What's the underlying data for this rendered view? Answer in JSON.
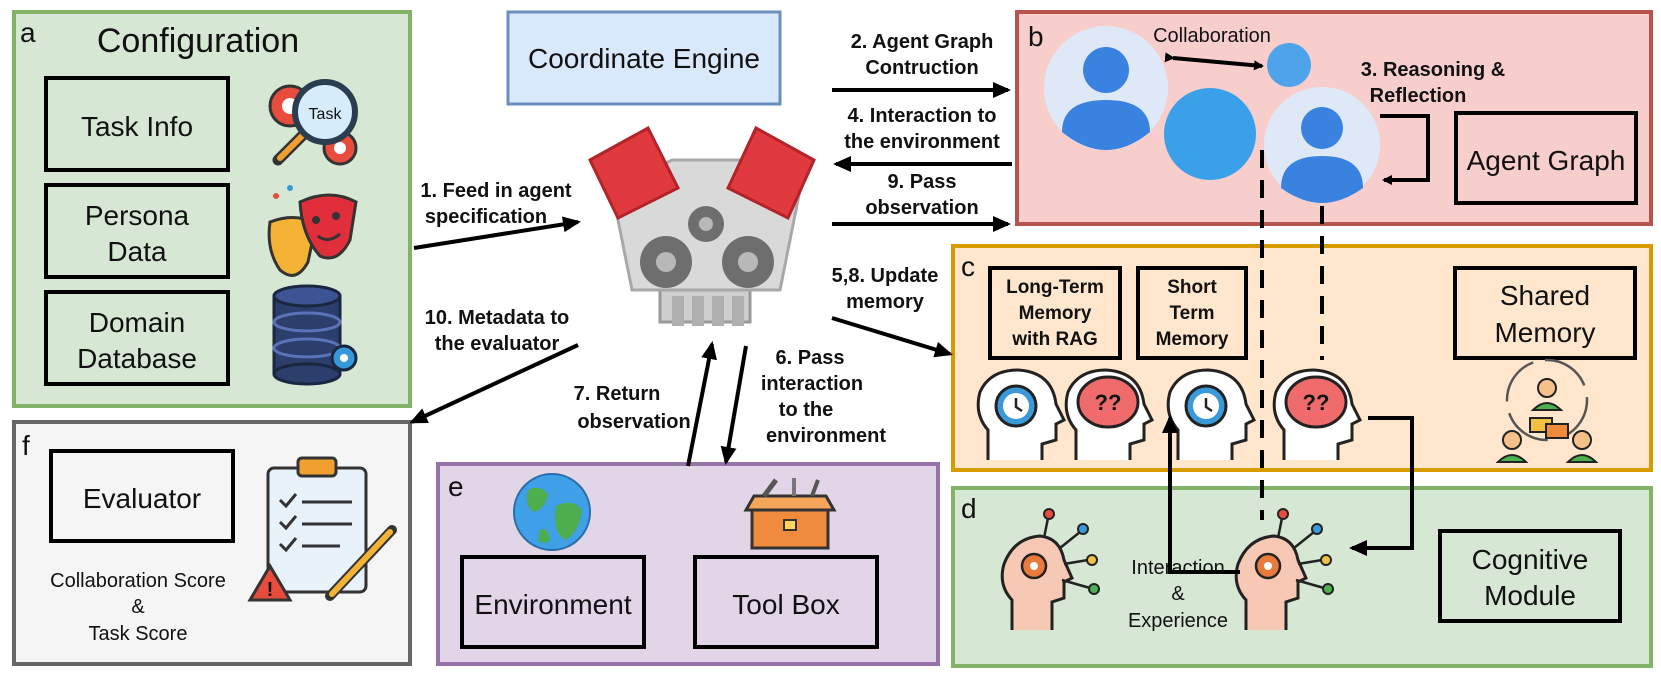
{
  "panels": {
    "a": {
      "letter": "a",
      "title": "Configuration",
      "items": [
        [
          "Task Info"
        ],
        [
          "Persona",
          "Data"
        ],
        [
          "Domain",
          "Database"
        ]
      ],
      "task_tag": "Task"
    },
    "engine": {
      "title": "Coordinate Engine"
    },
    "b": {
      "letter": "b",
      "collaboration": "Collaboration",
      "reasoning": [
        "3. Reasoning &",
        "Reflection"
      ],
      "agent_graph": "Agent Graph"
    },
    "c": {
      "letter": "c",
      "long_term": [
        "Long-Term",
        "Memory",
        "with RAG"
      ],
      "short_term": [
        "Short",
        "Term",
        "Memory"
      ],
      "shared": [
        "Shared",
        "Memory"
      ]
    },
    "d": {
      "letter": "d",
      "interaction": [
        "Interaction",
        "&",
        "Experience"
      ],
      "cognitive": [
        "Cognitive",
        "Module"
      ]
    },
    "e": {
      "letter": "e",
      "environment": "Environment",
      "toolbox": "Tool Box"
    },
    "f": {
      "letter": "f",
      "evaluator": "Evaluator",
      "scores": [
        "Collaboration Score",
        "&",
        "Task Score"
      ]
    }
  },
  "steps": {
    "s1": [
      "1. Feed in agent",
      "specification"
    ],
    "s2": [
      "2. Agent Graph",
      "Contruction"
    ],
    "s4": [
      "4. Interaction to",
      "the environment"
    ],
    "s9": [
      "9. Pass",
      "observation"
    ],
    "s58": [
      "5,8. Update",
      "memory"
    ],
    "s10": [
      "10. Metadata to",
      "the evaluator"
    ],
    "s7": [
      "7. Return",
      "observation"
    ],
    "s6": [
      "6. Pass",
      "interaction",
      "to the",
      "environment"
    ]
  },
  "colors": {
    "green_fill": "#d6e8d4",
    "green_border": "#82b366",
    "red_fill": "#f8cecc",
    "red_border": "#b85450",
    "orange_fill": "#ffe6cc",
    "orange_border": "#d79b00",
    "purple_fill": "#e1d5e7",
    "purple_border": "#9673a6",
    "grey_fill": "#f5f5f5",
    "grey_border": "#666666",
    "blue_fill": "#dae8fc",
    "blue_border": "#6c8ebf"
  }
}
